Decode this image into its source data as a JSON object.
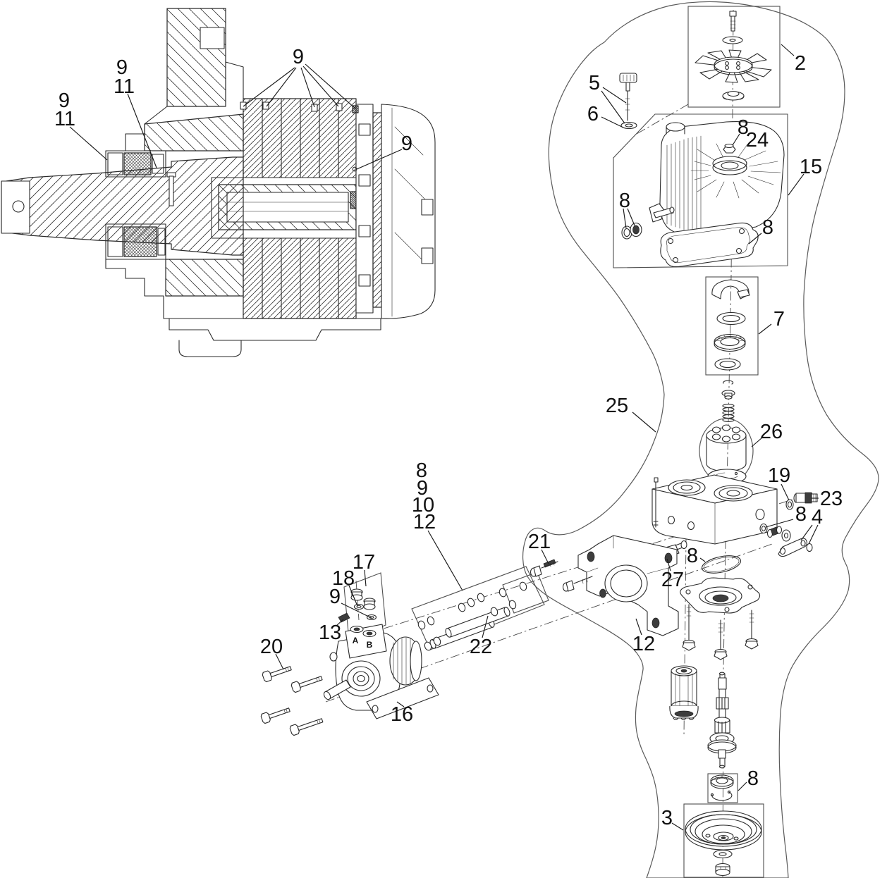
{
  "figure": {
    "background": "#ffffff",
    "line_color": "#2a2a2a",
    "label_color": "#111111",
    "views": {
      "cross_section": "transaxle cross-section view",
      "exploded": "transaxle exploded parts view"
    }
  },
  "callouts": {
    "sec_9_top": {
      "text": "9"
    },
    "sec_9_a": {
      "text": "9"
    },
    "sec_11_a": {
      "text": "11"
    },
    "sec_9_b": {
      "text": "9"
    },
    "sec_11_b": {
      "text": "11"
    },
    "sec_9_right": {
      "text": "9"
    },
    "fan_2": {
      "text": "2"
    },
    "dipstick_5": {
      "text": "5"
    },
    "washer_6": {
      "text": "6"
    },
    "nut_8": {
      "text": "8"
    },
    "nut_24": {
      "text": "24"
    },
    "housing_15": {
      "text": "15"
    },
    "orings_8": {
      "text": "8"
    },
    "gasket_8": {
      "text": "8"
    },
    "sealkit_7": {
      "text": "7"
    },
    "outline_25": {
      "text": "25"
    },
    "cylblock_26": {
      "text": "26"
    },
    "washer_19": {
      "text": "19"
    },
    "plug_23": {
      "text": "23"
    },
    "washer_8_mid": {
      "text": "8"
    },
    "linkage_4": {
      "text": "4"
    },
    "fitting_27": {
      "text": "27"
    },
    "oring_8_cover": {
      "text": "8"
    },
    "screws_21": {
      "text": "21"
    },
    "housing_12_right": {
      "text": "12"
    },
    "stack_8": {
      "text": "8"
    },
    "stack_9": {
      "text": "9"
    },
    "stack_10": {
      "text": "10"
    },
    "stack_12": {
      "text": "12"
    },
    "tubes_22": {
      "text": "22"
    },
    "fittings_17": {
      "text": "17"
    },
    "washer_18": {
      "text": "18"
    },
    "oring_9_pump": {
      "text": "9"
    },
    "key_13": {
      "text": "13"
    },
    "bolts_20": {
      "text": "20"
    },
    "pump_16": {
      "text": "16"
    },
    "bearing_8_bottom": {
      "text": "8"
    },
    "pulley_3": {
      "text": "3"
    }
  },
  "port_labels": {
    "a": {
      "text": "A"
    },
    "b": {
      "text": "B"
    }
  }
}
